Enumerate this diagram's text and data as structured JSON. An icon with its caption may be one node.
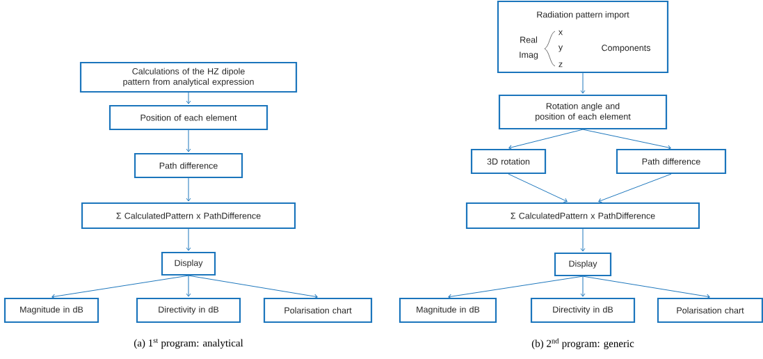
{
  "diagram": {
    "nodes": [
      {
        "text": [
          "Calculations of the HZ dipole pattern from analytical expression"
        ]
      },
      {
        "text": [
          "Position of each element"
        ]
      },
      {
        "text": [
          "Path difference"
        ]
      },
      {
        "text": [
          "Σ CalculatedPattern x PathDifference"
        ]
      },
      {
        "text": [
          "Display"
        ]
      },
      {
        "text": [
          "Magnitude in dB"
        ]
      },
      {
        "text": [
          "Directivity in dB"
        ]
      },
      {
        "text": [
          "Polarisation chart"
        ]
      },
      {
        "text": [
          "Radiation pattern import",
          "Real",
          "Imag",
          "x",
          "y",
          "z",
          "Components"
        ]
      },
      {
        "text": [
          "Rotation angle and position of each element"
        ]
      },
      {
        "text": [
          "3D rotation"
        ]
      },
      {
        "text": [
          "Path difference"
        ]
      },
      {
        "text": [
          "Σ CalculatedPattern x PathDifference"
        ]
      },
      {
        "text": [
          "Display"
        ]
      },
      {
        "text": [
          "Magnitude in dB"
        ]
      },
      {
        "text": [
          "Directivity in dB"
        ]
      },
      {
        "text": [
          "Polarisation chart"
        ]
      }
    ],
    "edges": [
      {
        "from": 0,
        "to": 1,
        "arrow": "to"
      },
      {
        "from": 1,
        "to": 2,
        "arrow": "to"
      },
      {
        "from": 2,
        "to": 3,
        "arrow": "to"
      },
      {
        "from": 3,
        "to": 4,
        "arrow": "to"
      },
      {
        "from": 4,
        "to": 5,
        "arrow": "to"
      },
      {
        "from": 4,
        "to": 6,
        "arrow": "to"
      },
      {
        "from": 4,
        "to": 7,
        "arrow": "to"
      },
      {
        "from": 8,
        "to": 9,
        "arrow": "to"
      },
      {
        "from": 9,
        "to": 10,
        "arrow": "to"
      },
      {
        "from": 9,
        "to": 11,
        "arrow": "to"
      },
      {
        "from": 10,
        "to": 12,
        "arrow": "to"
      },
      {
        "from": 11,
        "to": 12,
        "arrow": "to"
      },
      {
        "from": 12,
        "to": 13,
        "arrow": "to"
      },
      {
        "from": 13,
        "to": 14,
        "arrow": "to"
      },
      {
        "from": 13,
        "to": 15,
        "arrow": "to"
      },
      {
        "from": 13,
        "to": 16,
        "arrow": "to"
      }
    ],
    "labels": [
      "(a) 1$^{st}$ program: analytical",
      "(b) 2$^{nd}$ program: generic"
    ]
  }
}
